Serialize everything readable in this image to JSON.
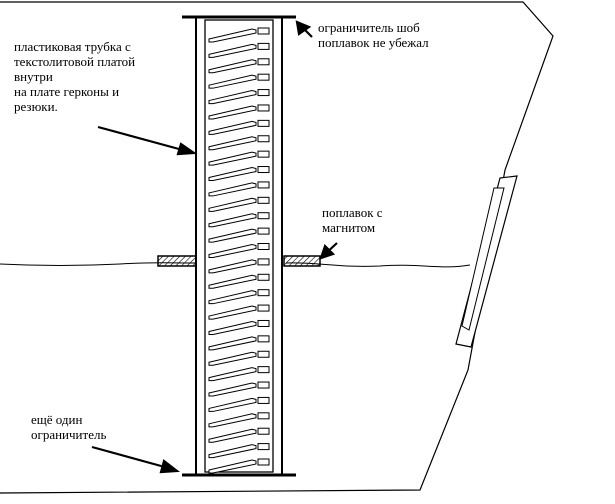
{
  "labels": {
    "tube": "пластиковая трубка с\nтекстолитовой платой\nвнутри\nна плате герконы и\nрезюки.",
    "top_limiter": "ограничитель шоб\nпоплавок не убежал",
    "float": "поплавок с\nмагнитом",
    "bottom_limiter": "ещё один\nограничитель"
  },
  "board": {
    "reed_switch_count": 29
  }
}
